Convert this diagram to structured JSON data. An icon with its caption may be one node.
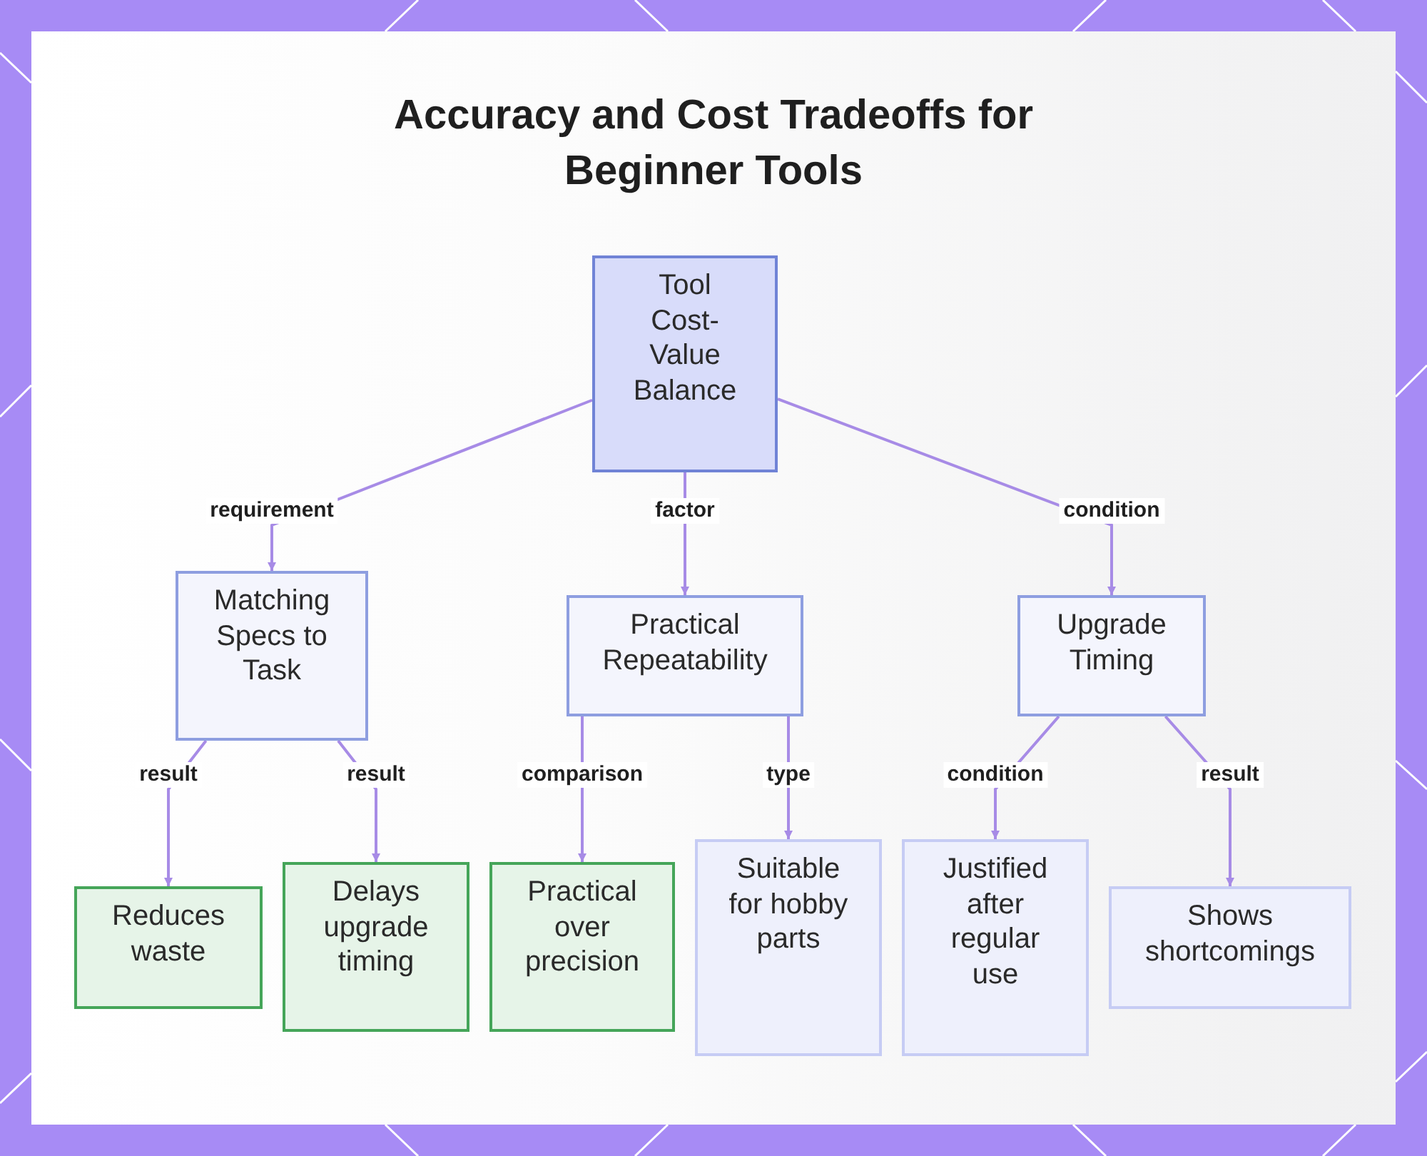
{
  "diagram": {
    "title": "Accuracy and Cost Tradeoffs for Beginner Tools",
    "nodes": [
      {
        "text": [
          "Tool Cost-Value Balance"
        ]
      },
      {
        "text": [
          "Matching Specs to Task"
        ]
      },
      {
        "text": [
          "Practical Repeatability"
        ]
      },
      {
        "text": [
          "Upgrade Timing"
        ]
      },
      {
        "text": [
          "Reduces waste"
        ]
      },
      {
        "text": [
          "Delays upgrade timing"
        ]
      },
      {
        "text": [
          "Practical over precision"
        ]
      },
      {
        "text": [
          "Suitable for hobby parts"
        ]
      },
      {
        "text": [
          "Justified after regular use"
        ]
      },
      {
        "text": [
          "Shows shortcomings"
        ]
      }
    ],
    "edges": [
      {
        "from": 0,
        "to": 1,
        "arrow": "to",
        "label": "requirement"
      },
      {
        "from": 0,
        "to": 2,
        "arrow": "to",
        "label": "factor"
      },
      {
        "from": 0,
        "to": 3,
        "arrow": "to",
        "label": "condition"
      },
      {
        "from": 1,
        "to": 4,
        "arrow": "to",
        "label": "result"
      },
      {
        "from": 1,
        "to": 5,
        "arrow": "to",
        "label": "result"
      },
      {
        "from": 2,
        "to": 6,
        "arrow": "to",
        "label": "comparison"
      },
      {
        "from": 2,
        "to": 7,
        "arrow": "to",
        "label": "type"
      },
      {
        "from": 3,
        "to": 8,
        "arrow": "to",
        "label": "condition"
      },
      {
        "from": 3,
        "to": 9,
        "arrow": "to",
        "label": "result"
      }
    ]
  }
}
